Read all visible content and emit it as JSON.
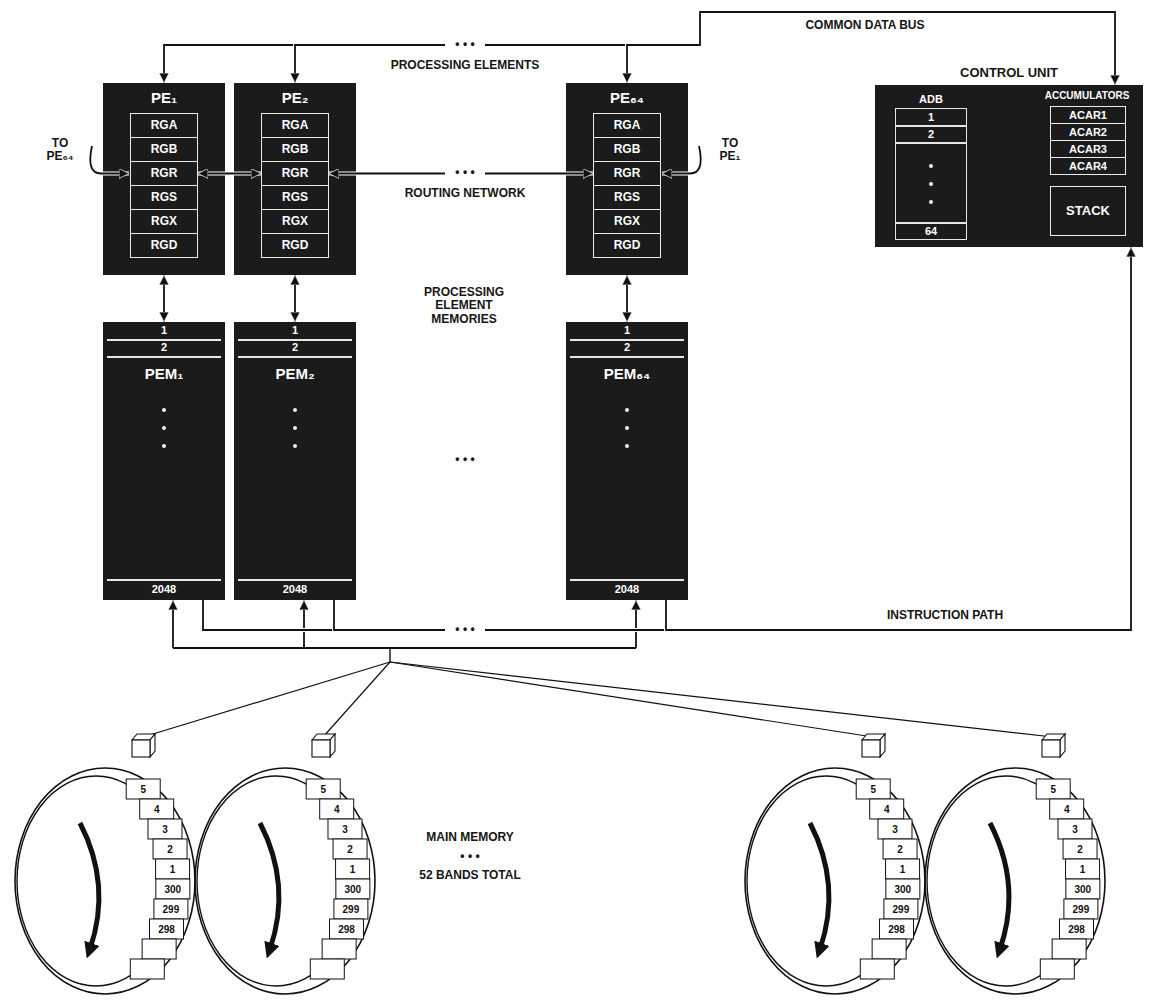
{
  "diagram": {
    "nodes": [
      {
        "text": [
          "PE₁"
        ]
      },
      {
        "text": [
          "RGA"
        ],
        "in": 0
      },
      {
        "text": [
          "RGB"
        ],
        "in": 0
      },
      {
        "text": [
          "RGR"
        ],
        "in": 0
      },
      {
        "text": [
          "RGS"
        ],
        "in": 0
      },
      {
        "text": [
          "RGX"
        ],
        "in": 0
      },
      {
        "text": [
          "RGD"
        ],
        "in": 0
      },
      {
        "text": [
          "PE₂"
        ]
      },
      {
        "text": [
          "RGA"
        ],
        "in": 7
      },
      {
        "text": [
          "RGB"
        ],
        "in": 7
      },
      {
        "text": [
          "RGR"
        ],
        "in": 7
      },
      {
        "text": [
          "RGS"
        ],
        "in": 7
      },
      {
        "text": [
          "RGX"
        ],
        "in": 7
      },
      {
        "text": [
          "RGD"
        ],
        "in": 7
      },
      {
        "text": [
          "PE₆₄"
        ]
      },
      {
        "text": [
          "RGA"
        ],
        "in": 14
      },
      {
        "text": [
          "RGB"
        ],
        "in": 14
      },
      {
        "text": [
          "RGR"
        ],
        "in": 14
      },
      {
        "text": [
          "RGS"
        ],
        "in": 14
      },
      {
        "text": [
          "RGX"
        ],
        "in": 14
      },
      {
        "text": [
          "RGD"
        ],
        "in": 14
      },
      {
        "text": [
          "CONTROL UNIT"
        ]
      },
      {
        "text": [
          "ADB",
          "1",
          "2",
          "64"
        ],
        "in": 21
      },
      {
        "text": [
          "ACAR1"
        ],
        "in": 21
      },
      {
        "text": [
          "ACAR2"
        ],
        "in": 21
      },
      {
        "text": [
          "ACAR3"
        ],
        "in": 21
      },
      {
        "text": [
          "ACAR4"
        ],
        "in": 21
      },
      {
        "text": [
          "STACK"
        ],
        "in": 21
      },
      {
        "text": [
          "1",
          "2",
          "PEM₁",
          "2048"
        ]
      },
      {
        "text": [
          "1",
          "2",
          "PEM₂",
          "2048"
        ]
      },
      {
        "text": [
          "1",
          "2",
          "PEM₆₄",
          "2048"
        ]
      },
      {
        "text": [
          "5",
          "4",
          "3",
          "2",
          "1",
          "300",
          "299",
          "298"
        ]
      },
      {
        "text": [
          "5",
          "4",
          "3",
          "2",
          "1",
          "300",
          "299",
          "298"
        ]
      },
      {
        "text": [
          "5",
          "4",
          "3",
          "2",
          "1",
          "300",
          "299",
          "298"
        ]
      },
      {
        "text": [
          "5",
          "4",
          "3",
          "2",
          "1",
          "300",
          "299",
          "298"
        ]
      }
    ],
    "edges": [
      {
        "from": 21,
        "to": 0,
        "arrow": "both"
      },
      {
        "from": 21,
        "to": 7,
        "arrow": "both"
      },
      {
        "from": 21,
        "to": 14,
        "arrow": "both",
        "label": "COMMON DATA BUS"
      },
      {
        "from": 0,
        "to": 28,
        "arrow": "both"
      },
      {
        "from": 7,
        "to": 29,
        "arrow": "both"
      },
      {
        "from": 14,
        "to": 30,
        "arrow": "both"
      },
      {
        "from": 3,
        "to": 10,
        "arrow": "both"
      },
      {
        "from": 10,
        "to": 17,
        "arrow": "both"
      },
      {
        "from": 28,
        "to": 21,
        "arrow": "to"
      },
      {
        "from": 29,
        "to": 21,
        "arrow": "to"
      },
      {
        "from": 30,
        "to": 21,
        "arrow": "to",
        "label": "INSTRUCTION PATH"
      }
    ],
    "labels": [
      "PROCESSING ELEMENTS",
      "TO PE₆₄",
      "TO PE₁",
      "• • •",
      "ROUTING NETWORK",
      "• • •",
      "PROCESSING ELEMENT MEMORIES",
      "• • •",
      "ACCUMULATORS",
      "• • •",
      "MAIN MEMORY",
      "• • •",
      "52 BANDS TOTAL"
    ]
  }
}
